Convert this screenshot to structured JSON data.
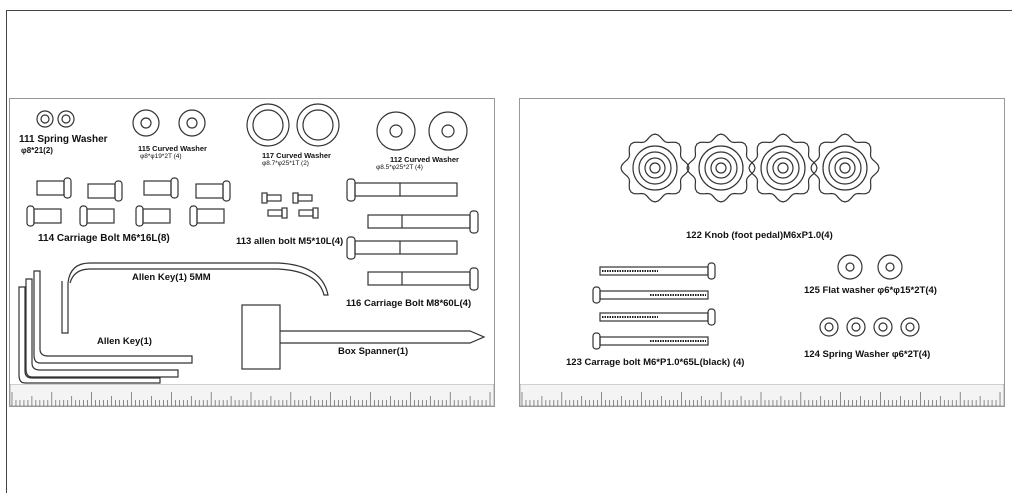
{
  "left_panel": {
    "parts": [
      {
        "label": "111 Spring Washer",
        "spec": "φ8*21(2)"
      },
      {
        "label": "115 Curved Washer",
        "spec": "φ8*φ19*2T (4)"
      },
      {
        "label": "117 Curved Washer",
        "spec": "φ8.7*φ25*1T (2)"
      },
      {
        "label": "112 Curved Washer",
        "spec": "φ8.5*φ25*2T (4)"
      },
      {
        "label": "114 Carriage Bolt M6*16L(8)"
      },
      {
        "label": "113 allen bolt M5*10L(4)"
      },
      {
        "label": "116 Carriage Bolt M8*60L(4)"
      },
      {
        "label": "Allen Key(1) 5MM"
      },
      {
        "label": "Allen Key(1)"
      },
      {
        "label": "Box Spanner(1)"
      }
    ]
  },
  "right_panel": {
    "parts": [
      {
        "label": "122 Knob (foot pedal)M6xP1.0(4)"
      },
      {
        "label": "125 Flat washer φ6*φ15*2T(4)"
      },
      {
        "label": "124 Spring Washer φ6*2T(4)"
      },
      {
        "label": "123 Carrage bolt M6*P1.0*65L(black) (4)"
      }
    ]
  },
  "colors": {
    "line": "#333333",
    "border": "#999999"
  }
}
